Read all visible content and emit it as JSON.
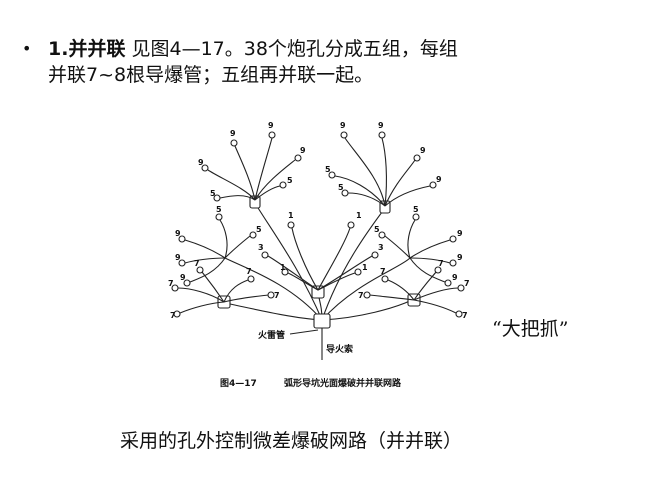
{
  "bullet": {
    "symbol": "•",
    "label": "1.并并联",
    "line1_rest": "  见图4—17。38个炮孔分成五组，每组",
    "line2": "并联7~8根导爆管；五组再并联一起。"
  },
  "figure": {
    "callout_detonator": "火雷管",
    "callout_fuse": "导火索",
    "caption_number": "图4—17",
    "caption_title": "弧形导坑光面爆破并并联网路",
    "hole_numbers": {
      "left_top": [
        "9",
        "9",
        "9",
        "9",
        "5",
        "5"
      ],
      "right_top": [
        "9",
        "9",
        "9",
        "9",
        "5",
        "5"
      ],
      "left_mid": [
        "9",
        "9",
        "9",
        "5",
        "5"
      ],
      "right_mid": [
        "9",
        "9",
        "9",
        "5",
        "5"
      ],
      "center": [
        "1",
        "1",
        "3",
        "3",
        "1",
        "1"
      ],
      "bottom_left": [
        "7",
        "7",
        "7",
        "7",
        "7"
      ],
      "bottom_right": [
        "7",
        "7",
        "7",
        "7",
        "7"
      ]
    }
  },
  "quote_label": "“大把抓”",
  "caption": "采用的孔外控制微差爆破网路（并并联）"
}
